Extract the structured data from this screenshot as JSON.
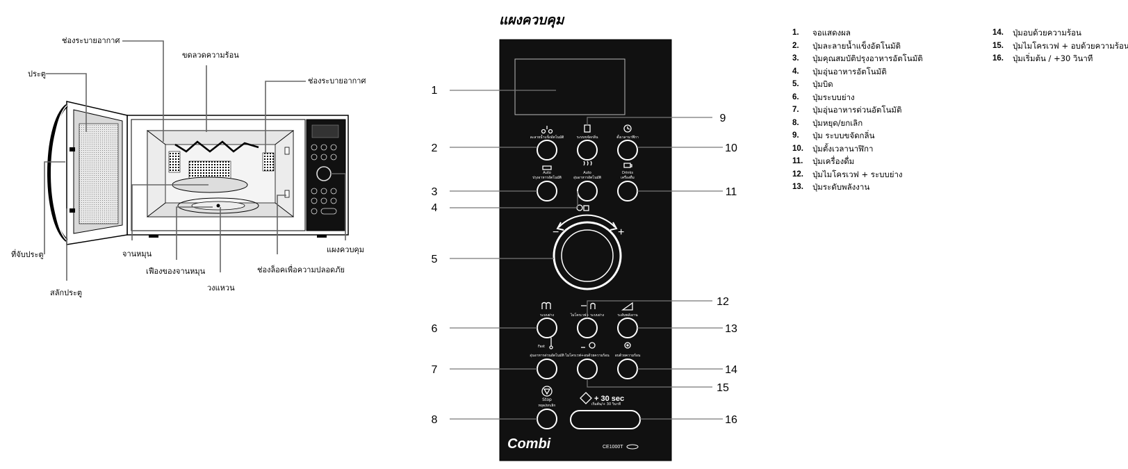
{
  "panel_title": "แผงควบคุม",
  "oven_labels": {
    "vent_top": "ช่องระบายอากาศ",
    "heater": "ขดลวดความร้อน",
    "vent_right": "ช่องระบายอากาศ",
    "door": "ประตู",
    "door_handle": "ที่จับประตู",
    "door_latch": "สลักประตู",
    "turntable": "จานหมุน",
    "coupler": "เฟืองของจานหมุน",
    "roller_ring": "วงแหวน",
    "safety_lock": "ช่องล็อคเพื่อความปลอดภัย",
    "control_panel": "แผงควบคุม"
  },
  "callout_numbers": [
    "1",
    "2",
    "3",
    "4",
    "5",
    "6",
    "7",
    "8",
    "9",
    "10",
    "11",
    "12",
    "13",
    "14",
    "15",
    "16"
  ],
  "panel_texts": {
    "btn2": "ละลายน้ำแข็งอัตโนมัติ",
    "btn9": "ระบบขจัดกลิ่น",
    "btn10": "ตั้งเวลานาฬิกา",
    "btn3_auto": "Auto",
    "btn3": "ปรุงอาหารอัตโนมัติ",
    "btn4_auto": "Auto",
    "btn4": "อุ่นอาหารอัตโนมัติ",
    "btn11_top": "Drinks",
    "btn11": "เครื่องดื่ม",
    "btn6": "ระบบย่าง",
    "btn12": "ไมโครเวฟ+ ระบบย่าง",
    "btn13": "ระดับพลังงาน",
    "btn7_fast": "Fast",
    "btn7": "อุ่นอาหารด่วนอัตโนมัติ",
    "btn15": "ไมโครเวฟ+อบด้วยความร้อน",
    "btn14": "อบด้วยความร้อน",
    "stop": "Stop",
    "stop_th": "หยุด/ยกเลิก",
    "start": "+ 30 sec",
    "start_th": "เริ่มต้น/+ 30 วินาที",
    "minus": "−",
    "plus": "+",
    "brand": "Combi",
    "model": "CE1000T"
  },
  "legend_left": [
    {
      "n": "1.",
      "t": "จอแสดงผล"
    },
    {
      "n": "2.",
      "t": "ปุ่มละลายน้ำแข็งอัตโนมัติ"
    },
    {
      "n": "3.",
      "t": "ปุ่มคุณสมบัติปรุงอาหารอัตโนมัติ"
    },
    {
      "n": "4.",
      "t": "ปุ่มอุ่นอาหารอัตโนมัติ"
    },
    {
      "n": "5.",
      "t": "ปุ่มบิด"
    },
    {
      "n": "6.",
      "t": "ปุ่มระบบย่าง"
    },
    {
      "n": "7.",
      "t": "ปุ่มอุ่นอาหารด่วนอัตโนมัติ"
    },
    {
      "n": "8.",
      "t": "ปุ่มหยุด/ยกเลิก"
    },
    {
      "n": "9.",
      "t": "ปุ่ม ระบบขจัดกลิ่น"
    },
    {
      "n": "10.",
      "t": "ปุ่มตั้งเวลานาฬิกา"
    },
    {
      "n": "11.",
      "t": "ปุ่มเครื่องดื่ม"
    },
    {
      "n": "12.",
      "t": "ปุ่มไมโครเวฟ + ระบบย่าง"
    },
    {
      "n": "13.",
      "t": "ปุ่มระดับพลังงาน"
    }
  ],
  "legend_right": [
    {
      "n": "14.",
      "t": "ปุ่มอบด้วยความร้อน"
    },
    {
      "n": "15.",
      "t": "ปุ่มไมโครเวฟ + อบด้วยความร้อน"
    },
    {
      "n": "16.",
      "t": "ปุ่มเริ่มต้น / +30 วินาที"
    }
  ]
}
